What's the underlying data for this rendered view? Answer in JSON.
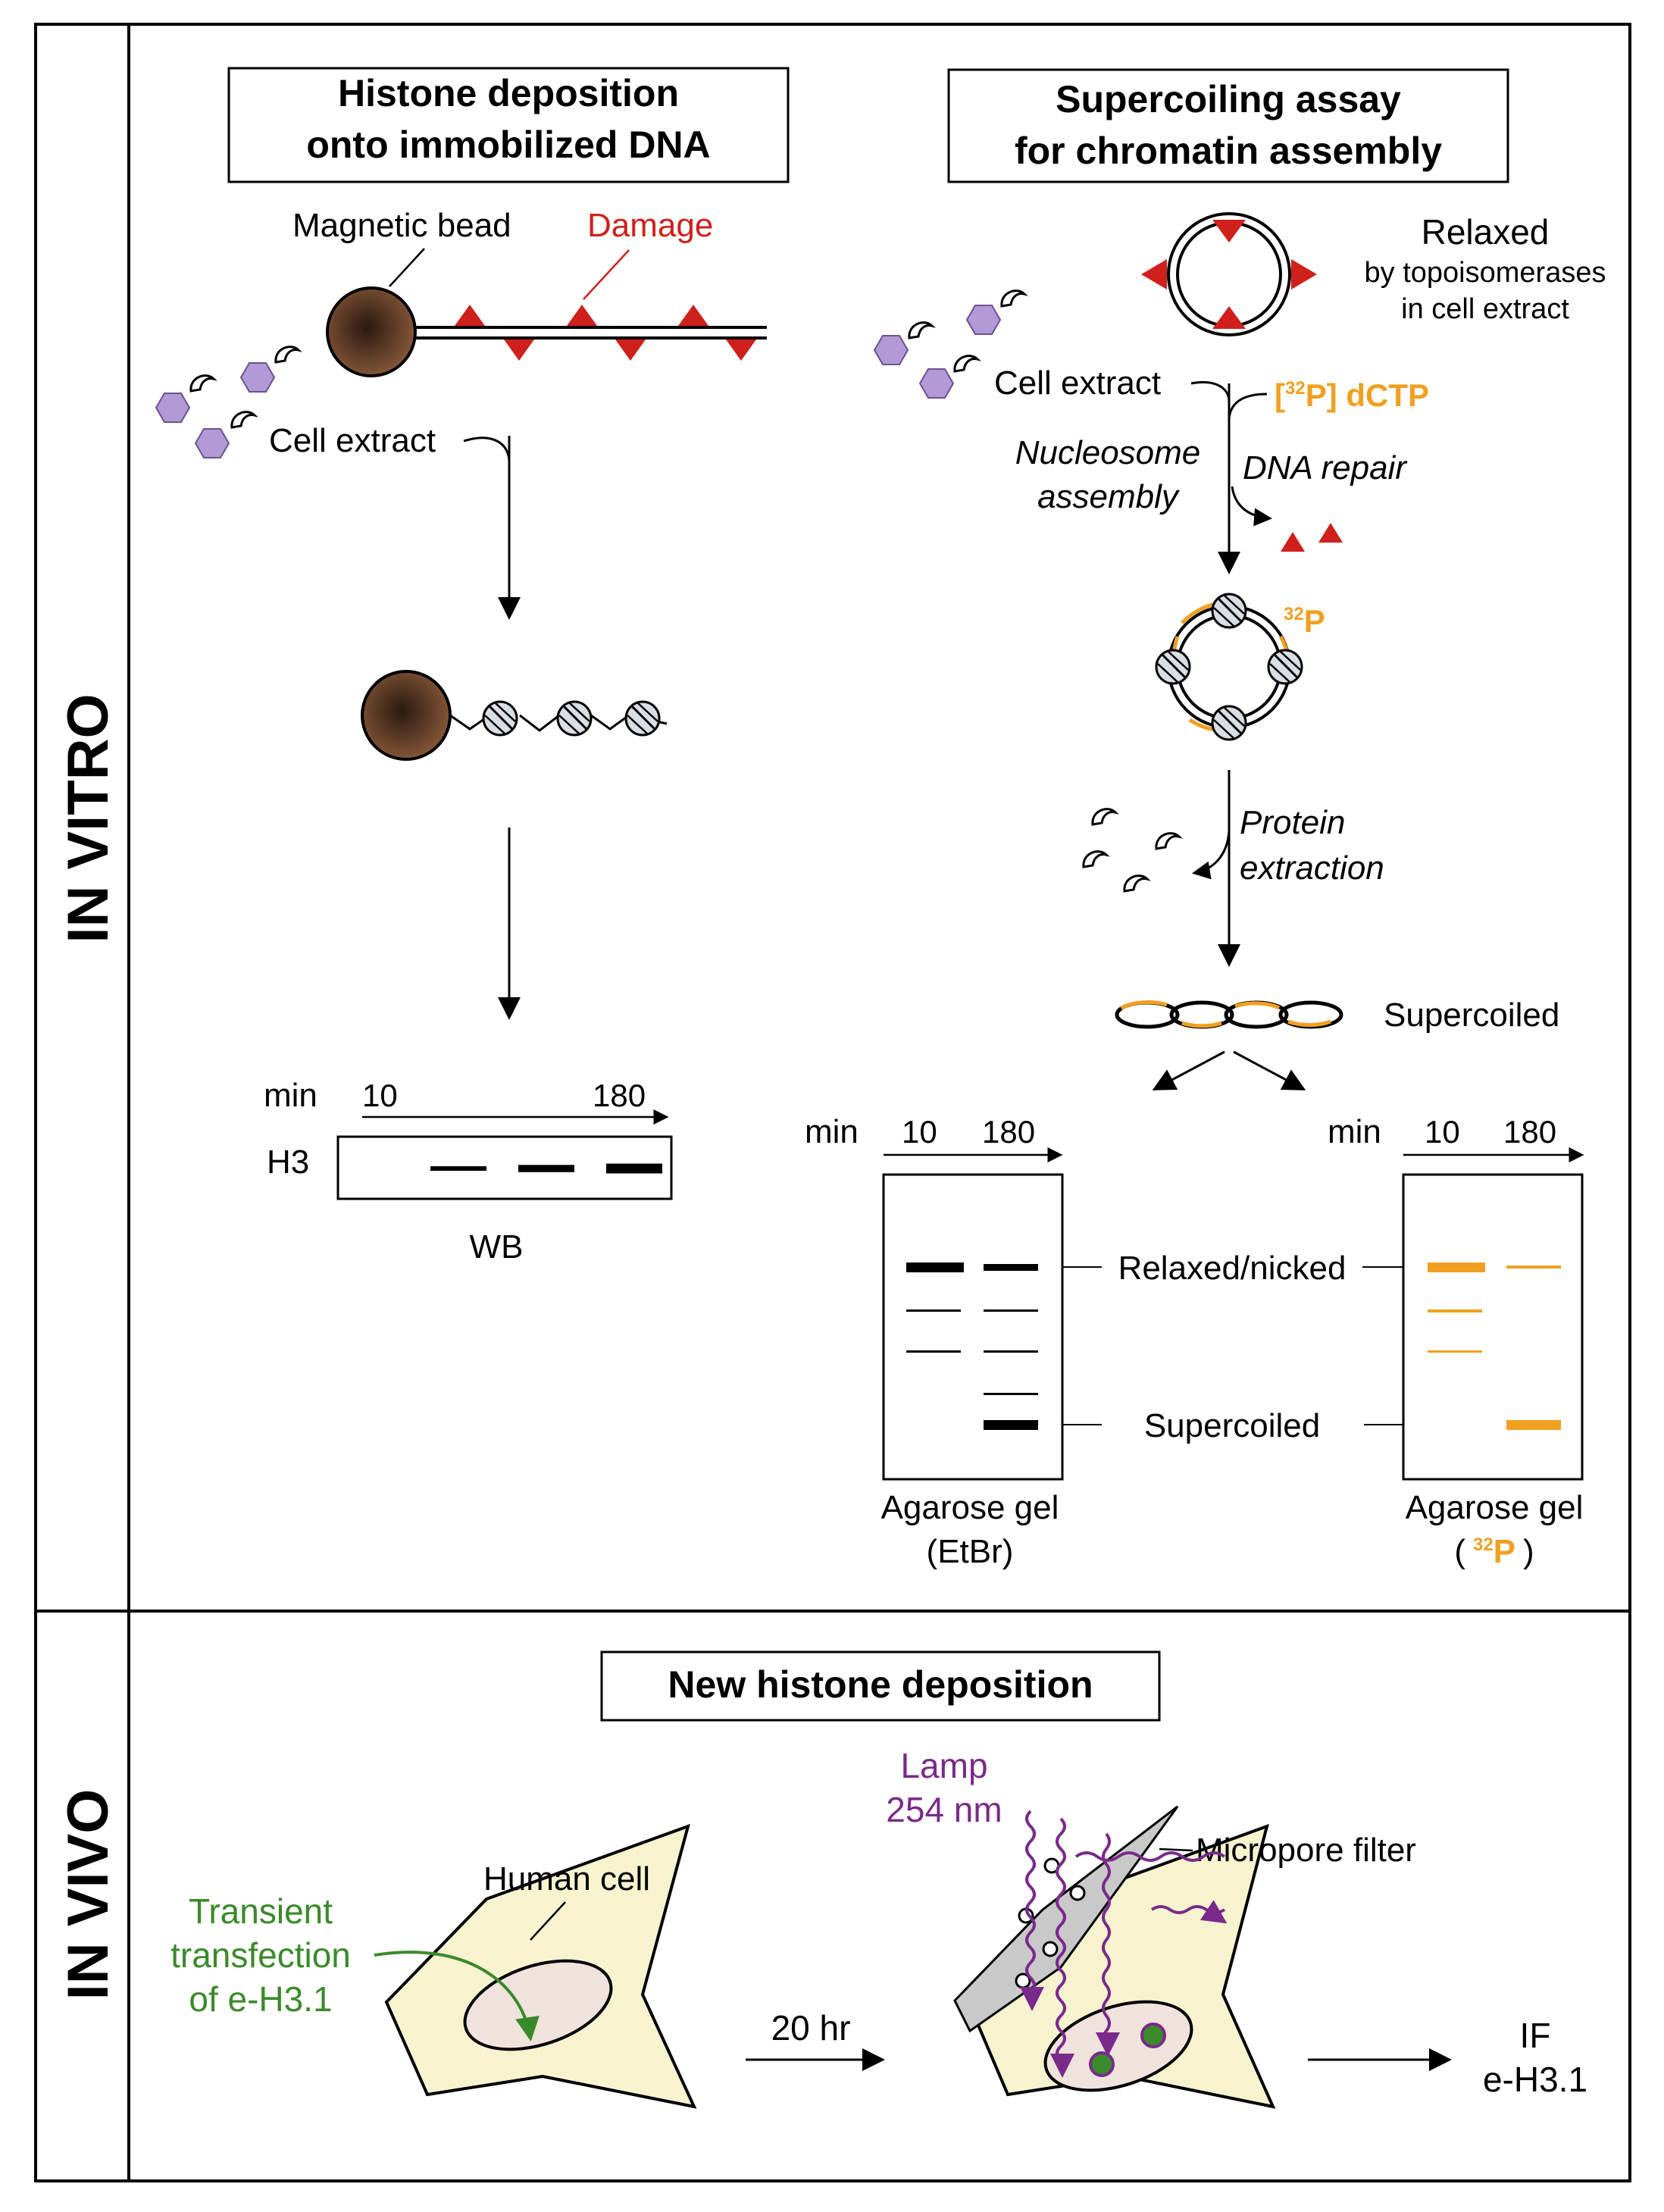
{
  "sections": {
    "in_vitro_label": "IN VITRO",
    "in_vivo_label": "IN VIVO"
  },
  "panel_a": {
    "title_line1": "Histone deposition",
    "title_line2": "onto immobilized DNA",
    "magnetic_bead": "Magnetic bead",
    "damage": "Damage",
    "cell_extract": "Cell extract",
    "wb": {
      "min_label": "min",
      "t_start": "10",
      "t_end": "180",
      "row_label": "H3",
      "caption": "WB",
      "band_intensities": [
        0.3,
        0.65,
        1.0
      ]
    }
  },
  "panel_b": {
    "title_line1": "Supercoiling assay",
    "title_line2": "for chromatin assembly",
    "relaxed": "Relaxed",
    "relaxed_sub1": "by topoisomerases",
    "relaxed_sub2": "in cell extract",
    "cell_extract": "Cell extract",
    "label_open": "[",
    "label_iso": "32",
    "label_rest": "P] dCTP",
    "nucleosome_line1": "Nucleosome",
    "nucleosome_line2": "assembly",
    "dna_repair": "DNA repair",
    "p32_iso": "32",
    "p32_el": "P",
    "protein_line1": "Protein",
    "protein_line2": "extraction",
    "supercoiled": "Supercoiled",
    "gel_left": {
      "min_label": "min",
      "t_start": "10",
      "t_end": "180",
      "caption_line1": "Agarose gel",
      "caption_line2": "(EtBr)"
    },
    "gel_right": {
      "min_label": "min",
      "t_start": "10",
      "t_end": "180",
      "caption_line1": "Agarose gel",
      "caption_open": "(",
      "caption_iso": "32",
      "caption_el": "P",
      "caption_close": ")"
    },
    "band_relaxed": "Relaxed/nicked",
    "band_supercoiled": "Supercoiled"
  },
  "panel_c": {
    "title": "New histone deposition",
    "transfection_line1": "Transient",
    "transfection_line2": "transfection",
    "transfection_line3": "of e-H3.1",
    "human_cell": "Human cell",
    "time": "20 hr",
    "lamp_line1": "Lamp",
    "lamp_line2": "254 nm",
    "micropore": "Micropore filter",
    "readout_line1": "IF",
    "readout_line2": "e-H3.1"
  },
  "colors": {
    "damage": "#d0201c",
    "p32": "#f0a020",
    "uv": "#7a2a8a",
    "transfection": "#3a8a2a",
    "histone": "#b39ad6",
    "cell": "#f7f3cf"
  }
}
